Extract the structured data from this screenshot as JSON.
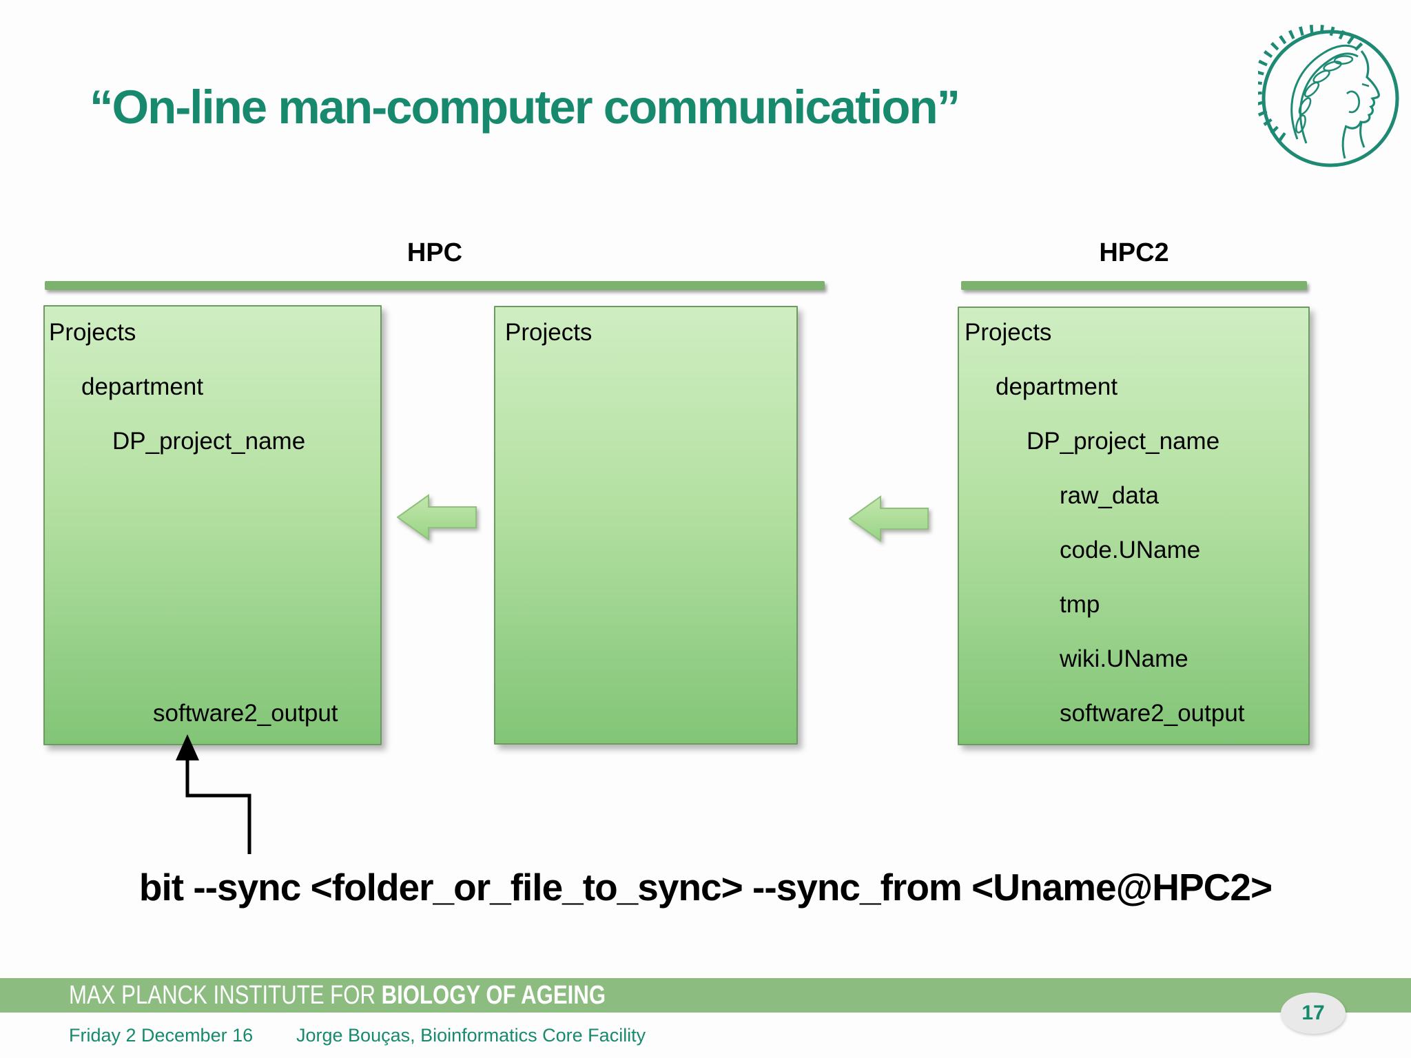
{
  "slide": {
    "title": "“On-line man-computer communication”",
    "command": "bit --sync <folder_or_file_to_sync> --sync_from <Uname@HPC2>",
    "page_number": "17",
    "logo": "max-planck-minerva-logo",
    "columns": [
      {
        "label": "HPC"
      },
      {
        "label": "HPC2"
      }
    ],
    "boxes": [
      {
        "name": "hpc-target-tree",
        "items": [
          {
            "text": "Projects",
            "level": 0
          },
          {
            "text": "department",
            "level": 1
          },
          {
            "text": "DP_project_name",
            "level": 2
          },
          {
            "text": "software2_output",
            "level": 3
          }
        ]
      },
      {
        "name": "hpc-projects-tree",
        "items": [
          {
            "text": "Projects",
            "level": 0
          }
        ]
      },
      {
        "name": "hpc2-source-tree",
        "items": [
          {
            "text": "Projects",
            "level": 0
          },
          {
            "text": "department",
            "level": 1
          },
          {
            "text": "DP_project_name",
            "level": 2
          },
          {
            "text": "raw_data",
            "level": 3
          },
          {
            "text": "code.UName",
            "level": 3
          },
          {
            "text": "tmp",
            "level": 3
          },
          {
            "text": "wiki.UName",
            "level": 3
          },
          {
            "text": "software2_output",
            "level": 3
          }
        ]
      }
    ],
    "footer": {
      "institute_regular": "MAX PLANCK INSTITUTE FOR ",
      "institute_bold": "BIOLOGY OF AGEING",
      "date": "Friday 2 December 16",
      "author": "Jorge Bouças, Bioinformatics Core Facility"
    },
    "colors": {
      "accent_teal": "#178a6e",
      "bar_green": "#7cb26d",
      "band_green": "#8cbc7f",
      "box_gradient_top": "#cfeec2",
      "box_gradient_bottom": "#82c577",
      "box_border": "#6d9a60",
      "arrow_fill_top": "#c3e7ae",
      "arrow_fill_bottom": "#9ad385",
      "arrow_border": "#8fc17c",
      "text_black": "#000000",
      "page_oval_gray": "#e9e9e9"
    }
  }
}
